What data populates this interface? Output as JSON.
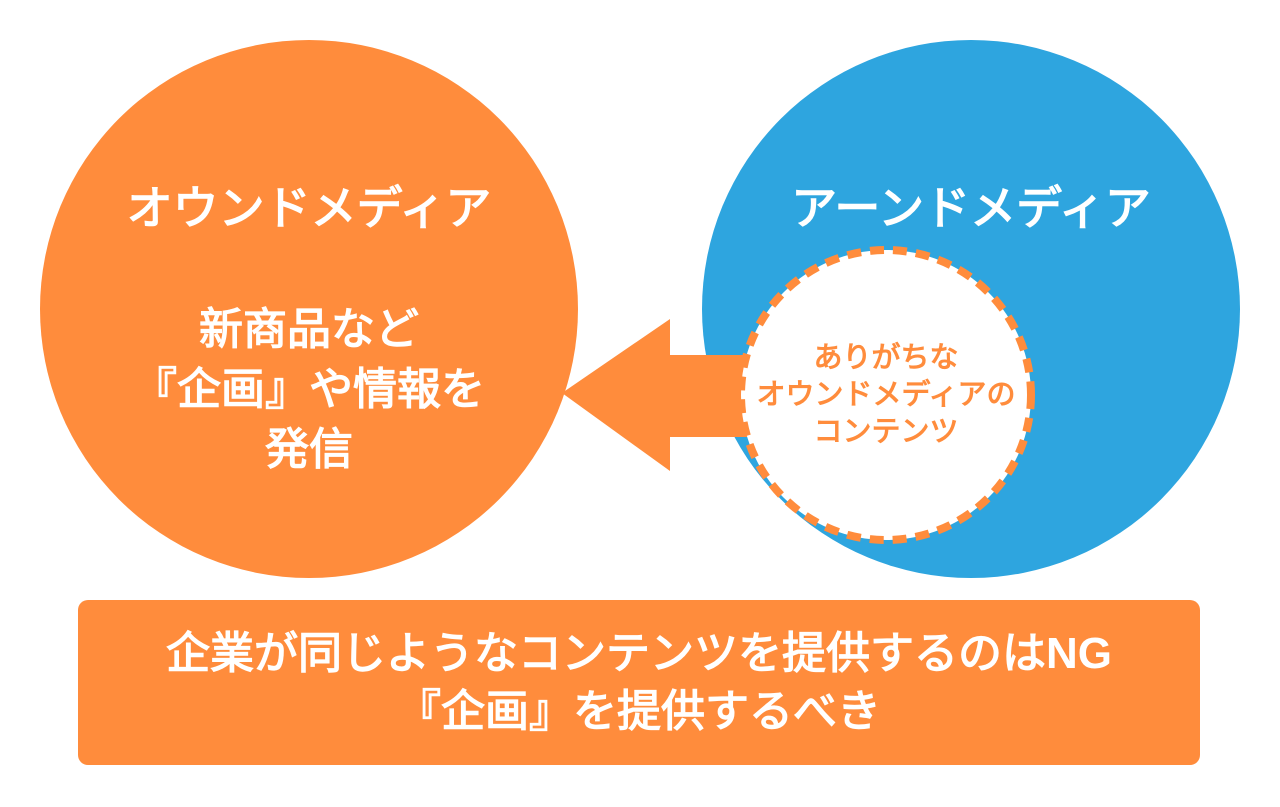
{
  "colors": {
    "orange": "#FF8C3C",
    "blue": "#2EA5DF",
    "white": "#FFFFFF"
  },
  "owned_circle": {
    "title": "オウンドメディア",
    "body_lines": [
      "新商品など",
      "『企画』や情報を",
      "発信"
    ]
  },
  "earned_circle": {
    "title": "アーンドメディア"
  },
  "inner_circle": {
    "lines": [
      "ありがちな",
      "オウンドメディアの",
      "コンテンツ"
    ]
  },
  "arrow": {
    "direction": "left"
  },
  "bottom_box": {
    "lines": [
      "企業が同じようなコンテンツを提供するのはNG",
      "『企画』を提供するべき"
    ]
  }
}
